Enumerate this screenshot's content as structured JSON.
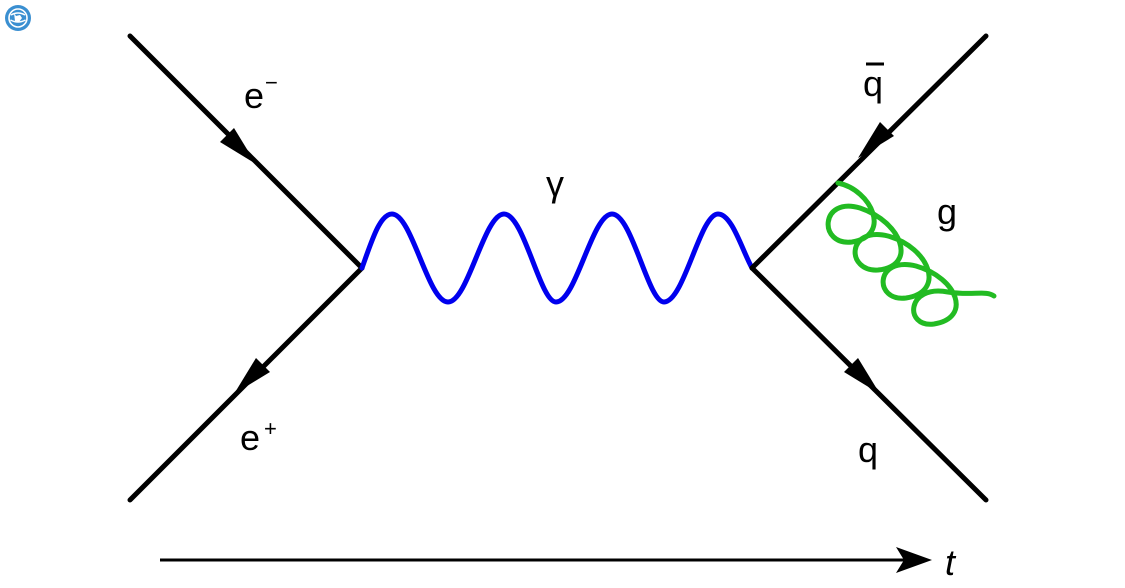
{
  "labels": {
    "electron": "e",
    "electron_charge": "−",
    "positron": "e",
    "positron_charge": "+",
    "photon": "γ",
    "antiquark": "q",
    "quark": "q",
    "gluon": "g",
    "time": "t"
  },
  "colors": {
    "fermion_line": "#000000",
    "photon": "#0000ee",
    "gluon": "#22bb22",
    "badge": "#3a8fd1"
  },
  "icons": {
    "corner_badge": "globe-logo-icon"
  }
}
